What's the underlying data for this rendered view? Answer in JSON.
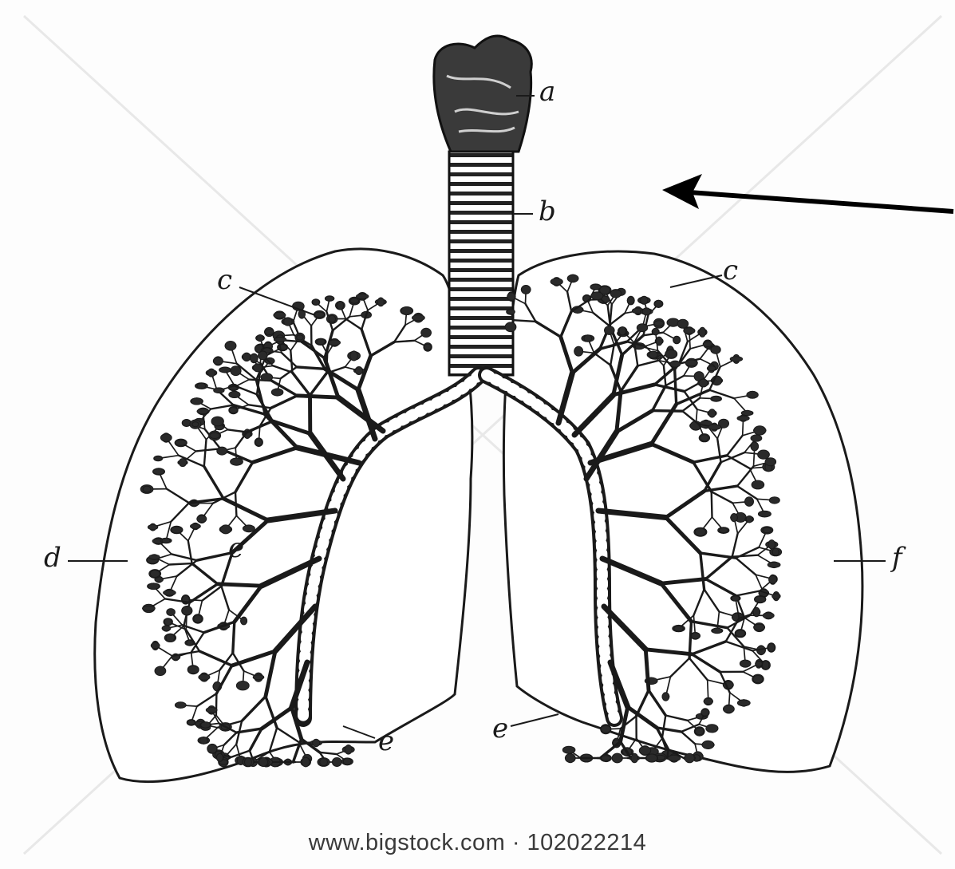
{
  "labels": {
    "a": "a",
    "b": "b",
    "c_left": "c",
    "c_right": "c",
    "d_left": "d",
    "d_right": "f",
    "e_inner": "e",
    "e_bottom_left": "e",
    "e_bottom_right": "e"
  },
  "footer": {
    "credit": "www.bigstock.com · 102022214"
  },
  "colors": {
    "ink": "#1a1a1a",
    "watermark": "#e6e6e6",
    "background": "#fdfdfd"
  }
}
